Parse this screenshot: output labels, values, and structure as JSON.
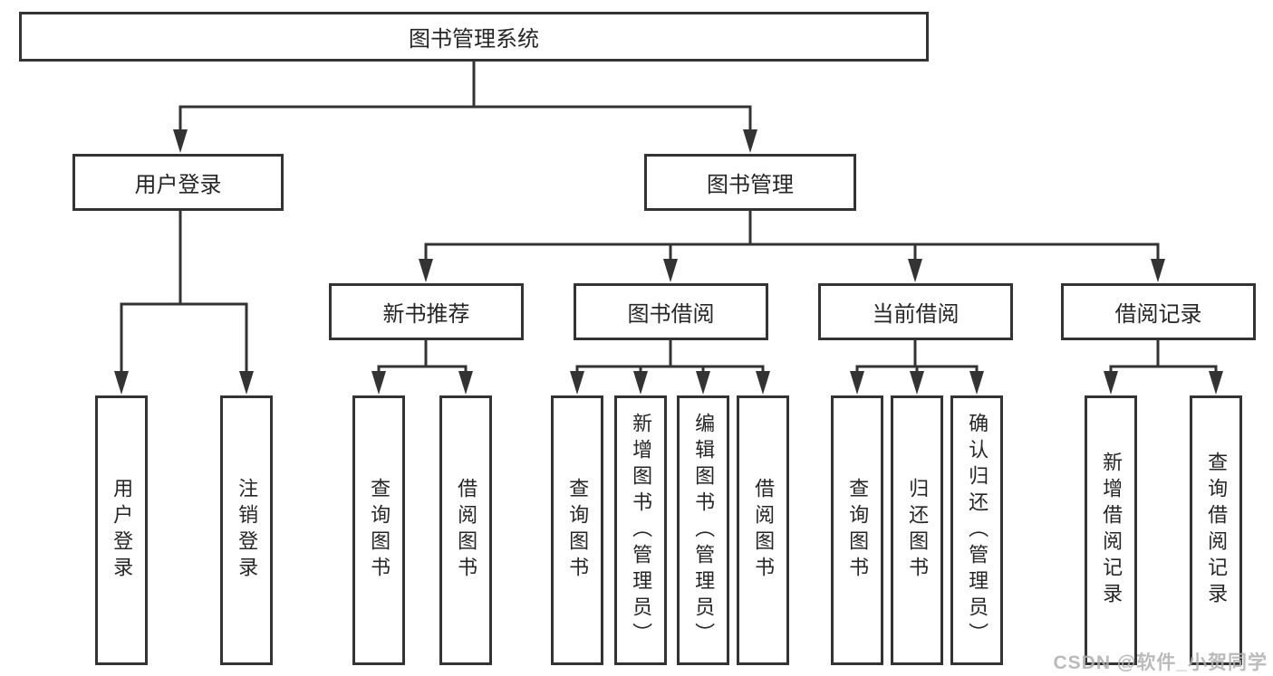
{
  "diagram": {
    "title": "图书管理系统",
    "branches": [
      {
        "label": "用户登录",
        "children": [
          {
            "label": "用户登录"
          },
          {
            "label": "注销登录"
          }
        ]
      },
      {
        "label": "图书管理",
        "children": [
          {
            "label": "新书推荐",
            "children": [
              {
                "label": "查询图书"
              },
              {
                "label": "借阅图书"
              }
            ]
          },
          {
            "label": "图书借阅",
            "children": [
              {
                "label": "查询图书"
              },
              {
                "label": "新增图书（管理员）"
              },
              {
                "label": "编辑图书（管理员）"
              },
              {
                "label": "借阅图书"
              }
            ]
          },
          {
            "label": "当前借阅",
            "children": [
              {
                "label": "查询图书"
              },
              {
                "label": "归还图书"
              },
              {
                "label": "确认归还（管理员）"
              }
            ]
          },
          {
            "label": "借阅记录",
            "children": [
              {
                "label": "新增借阅记录"
              },
              {
                "label": "查询借阅记录"
              }
            ]
          }
        ]
      }
    ]
  },
  "watermark": {
    "text": "CSDN @软件_小贺同学"
  },
  "colors": {
    "line": "#333333",
    "text": "#262626",
    "box_background": "#ffffff",
    "watermark": "#b0b0b0",
    "background": "#ffffff"
  }
}
